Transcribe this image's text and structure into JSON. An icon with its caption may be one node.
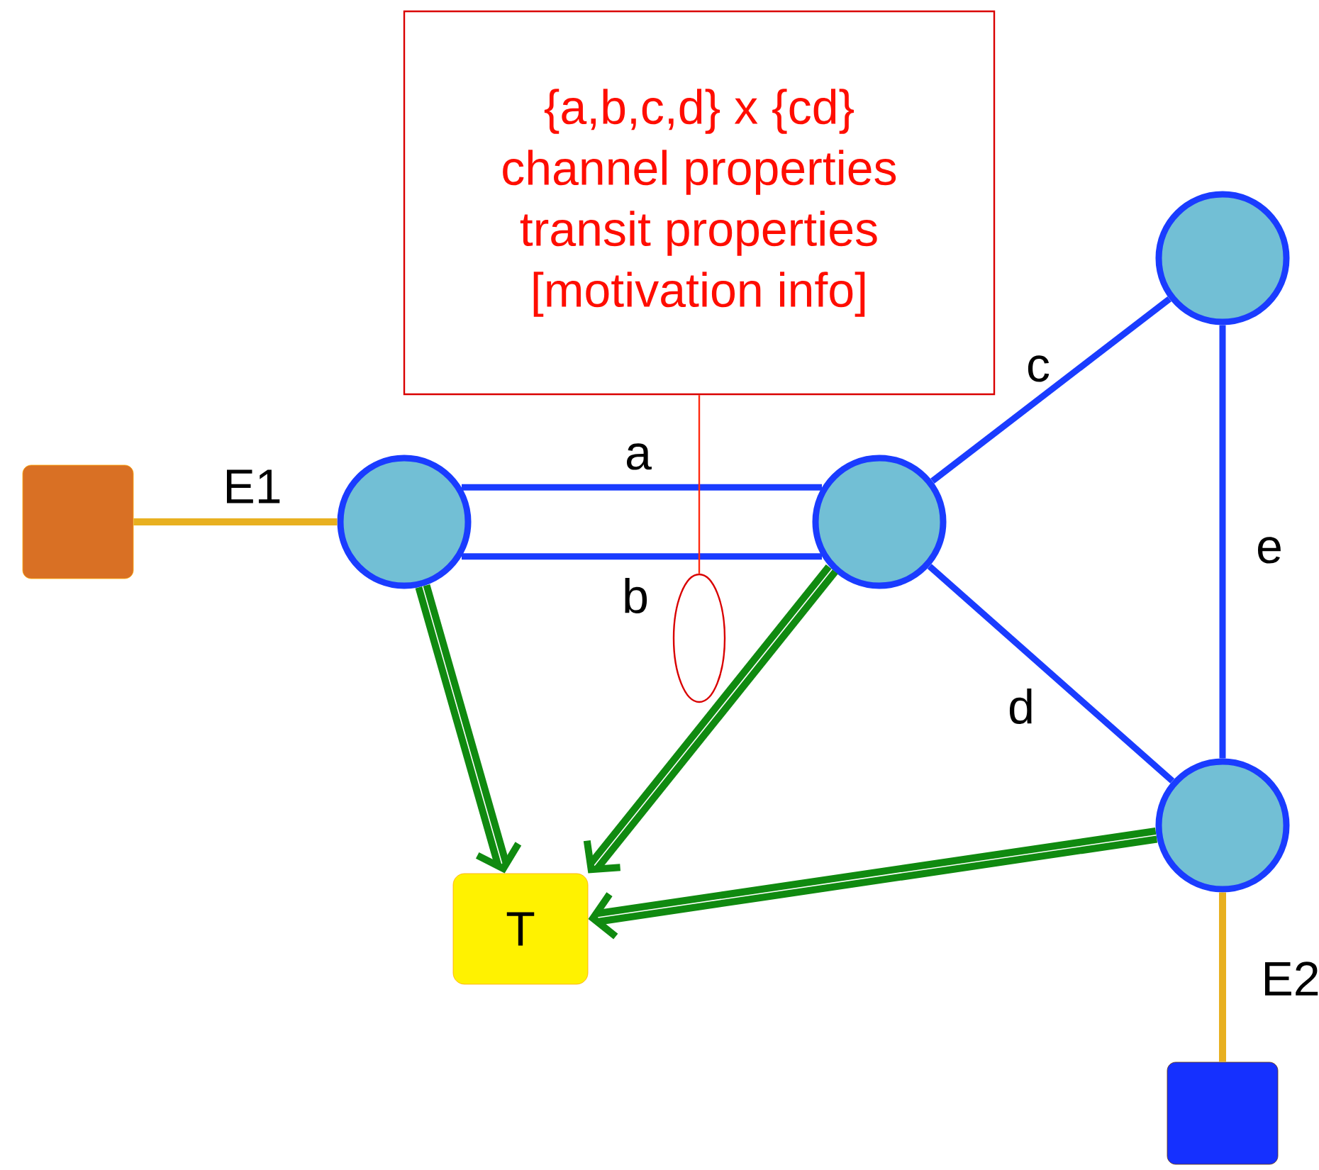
{
  "diagram": {
    "nodes": [
      {
        "text": [
          "{a,b,c,d} x {cd}",
          "channel properties",
          "transit properties",
          "[motivation info]"
        ]
      },
      {
        "text": [],
        "shape": "box"
      },
      {
        "text": [],
        "shape": "circle"
      },
      {
        "text": [],
        "shape": "circle"
      },
      {
        "text": [],
        "shape": "circle"
      },
      {
        "text": [],
        "shape": "circle"
      },
      {
        "text": [
          "T"
        ]
      },
      {
        "text": [],
        "shape": "box"
      },
      {
        "text": [],
        "shape": "ellipse"
      }
    ],
    "edges": [
      {
        "from": 1,
        "to": 2,
        "arrow": "none",
        "label": "E1",
        "color": "#e8b020"
      },
      {
        "from": 2,
        "to": 3,
        "arrow": "none",
        "label": "a"
      },
      {
        "from": 2,
        "to": 3,
        "arrow": "none",
        "label": "b"
      },
      {
        "from": 3,
        "to": 4,
        "arrow": "none",
        "label": "c"
      },
      {
        "from": 3,
        "to": 5,
        "arrow": "none",
        "label": "d"
      },
      {
        "from": 4,
        "to": 5,
        "arrow": "none",
        "label": "e"
      },
      {
        "from": 5,
        "to": 7,
        "arrow": "none",
        "label": "E2",
        "color": "#e8b020"
      },
      {
        "from": 2,
        "to": 6,
        "arrow": "to",
        "style": "thick",
        "color": "#108a10"
      },
      {
        "from": 3,
        "to": 6,
        "arrow": "to",
        "style": "thick",
        "color": "#108a10"
      },
      {
        "from": 5,
        "to": 6,
        "arrow": "to",
        "style": "thick",
        "color": "#108a10"
      },
      {
        "from": 0,
        "to": 8,
        "arrow": "none",
        "color": "#ff2a10"
      }
    ]
  }
}
